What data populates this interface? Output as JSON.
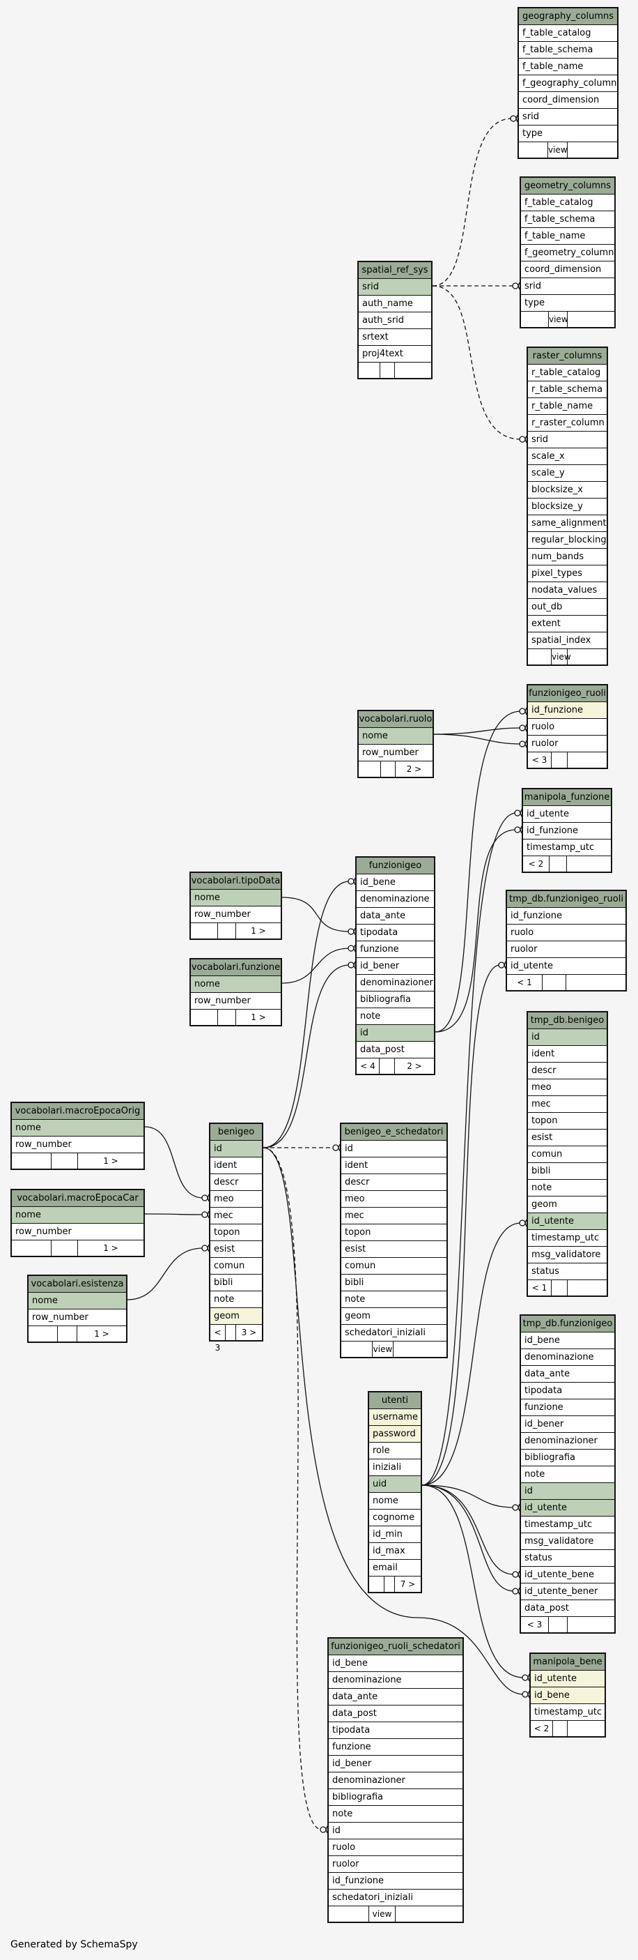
{
  "credit": "Generated by SchemaSpy",
  "tables": [
    {
      "id": "geography_columns",
      "title": "geography_columns",
      "rows": [
        {
          "name": "f_table_catalog",
          "k": ""
        },
        {
          "name": "f_table_schema",
          "k": ""
        },
        {
          "name": "f_table_name",
          "k": ""
        },
        {
          "name": "f_geography_column",
          "k": ""
        },
        {
          "name": "coord_dimension",
          "k": ""
        },
        {
          "name": "srid",
          "k": ""
        },
        {
          "name": "type",
          "k": ""
        }
      ],
      "footer": [
        "",
        "view",
        ""
      ]
    },
    {
      "id": "geometry_columns",
      "title": "geometry_columns",
      "rows": [
        {
          "name": "f_table_catalog",
          "k": ""
        },
        {
          "name": "f_table_schema",
          "k": ""
        },
        {
          "name": "f_table_name",
          "k": ""
        },
        {
          "name": "f_geometry_column",
          "k": ""
        },
        {
          "name": "coord_dimension",
          "k": ""
        },
        {
          "name": "srid",
          "k": ""
        },
        {
          "name": "type",
          "k": ""
        }
      ],
      "footer": [
        "",
        "view",
        ""
      ]
    },
    {
      "id": "spatial_ref_sys",
      "title": "spatial_ref_sys",
      "rows": [
        {
          "name": "srid",
          "k": "pk"
        },
        {
          "name": "auth_name",
          "k": ""
        },
        {
          "name": "auth_srid",
          "k": ""
        },
        {
          "name": "srtext",
          "k": ""
        },
        {
          "name": "proj4text",
          "k": ""
        }
      ],
      "footer": [
        "",
        "",
        ""
      ]
    },
    {
      "id": "raster_columns",
      "title": "raster_columns",
      "rows": [
        {
          "name": "r_table_catalog",
          "k": ""
        },
        {
          "name": "r_table_schema",
          "k": ""
        },
        {
          "name": "r_table_name",
          "k": ""
        },
        {
          "name": "r_raster_column",
          "k": ""
        },
        {
          "name": "srid",
          "k": ""
        },
        {
          "name": "scale_x",
          "k": ""
        },
        {
          "name": "scale_y",
          "k": ""
        },
        {
          "name": "blocksize_x",
          "k": ""
        },
        {
          "name": "blocksize_y",
          "k": ""
        },
        {
          "name": "same_alignment",
          "k": ""
        },
        {
          "name": "regular_blocking",
          "k": ""
        },
        {
          "name": "num_bands",
          "k": ""
        },
        {
          "name": "pixel_types",
          "k": ""
        },
        {
          "name": "nodata_values",
          "k": ""
        },
        {
          "name": "out_db",
          "k": ""
        },
        {
          "name": "extent",
          "k": ""
        },
        {
          "name": "spatial_index",
          "k": ""
        }
      ],
      "footer": [
        "",
        "view",
        ""
      ]
    },
    {
      "id": "funzionigeo_ruoli",
      "title": "funzionigeo_ruoli",
      "rows": [
        {
          "name": "id_funzione",
          "k": "idx"
        },
        {
          "name": "ruolo",
          "k": ""
        },
        {
          "name": "ruolor",
          "k": ""
        }
      ],
      "footer": [
        "< 3",
        "",
        ""
      ]
    },
    {
      "id": "vocabolari_ruolo",
      "title": "vocabolari.ruolo",
      "rows": [
        {
          "name": "nome",
          "k": "pk"
        },
        {
          "name": "row_number",
          "k": ""
        }
      ],
      "footer": [
        "",
        "",
        "2 >"
      ]
    },
    {
      "id": "manipola_funzione",
      "title": "manipola_funzione",
      "rows": [
        {
          "name": "id_utente",
          "k": ""
        },
        {
          "name": "id_funzione",
          "k": ""
        },
        {
          "name": "timestamp_utc",
          "k": ""
        }
      ],
      "footer": [
        "< 2",
        "",
        ""
      ]
    },
    {
      "id": "vocabolari_tipodata",
      "title": "vocabolari.tipoData",
      "rows": [
        {
          "name": "nome",
          "k": "pk"
        },
        {
          "name": "row_number",
          "k": ""
        }
      ],
      "footer": [
        "",
        "",
        "1 >"
      ]
    },
    {
      "id": "funzionigeo",
      "title": "funzionigeo",
      "rows": [
        {
          "name": "id_bene",
          "k": ""
        },
        {
          "name": "denominazione",
          "k": ""
        },
        {
          "name": "data_ante",
          "k": ""
        },
        {
          "name": "tipodata",
          "k": ""
        },
        {
          "name": "funzione",
          "k": ""
        },
        {
          "name": "id_bener",
          "k": ""
        },
        {
          "name": "denominazioner",
          "k": ""
        },
        {
          "name": "bibliografia",
          "k": ""
        },
        {
          "name": "note",
          "k": ""
        },
        {
          "name": "id",
          "k": "pk"
        },
        {
          "name": "data_post",
          "k": ""
        }
      ],
      "footer": [
        "< 4",
        "",
        "2 >"
      ]
    },
    {
      "id": "tmp_funzionigeo_ruoli",
      "title": "tmp_db.funzionigeo_ruoli",
      "rows": [
        {
          "name": "id_funzione",
          "k": ""
        },
        {
          "name": "ruolo",
          "k": ""
        },
        {
          "name": "ruolor",
          "k": ""
        },
        {
          "name": "id_utente",
          "k": ""
        }
      ],
      "footer": [
        "< 1",
        "",
        ""
      ]
    },
    {
      "id": "vocabolari_funzione",
      "title": "vocabolari.funzione",
      "rows": [
        {
          "name": "nome",
          "k": "pk"
        },
        {
          "name": "row_number",
          "k": ""
        }
      ],
      "footer": [
        "",
        "",
        "1 >"
      ]
    },
    {
      "id": "tmp_benigeo",
      "title": "tmp_db.benigeo",
      "rows": [
        {
          "name": "id",
          "k": "pk"
        },
        {
          "name": "ident",
          "k": ""
        },
        {
          "name": "descr",
          "k": ""
        },
        {
          "name": "meo",
          "k": ""
        },
        {
          "name": "mec",
          "k": ""
        },
        {
          "name": "topon",
          "k": ""
        },
        {
          "name": "esist",
          "k": ""
        },
        {
          "name": "comun",
          "k": ""
        },
        {
          "name": "bibli",
          "k": ""
        },
        {
          "name": "note",
          "k": ""
        },
        {
          "name": "geom",
          "k": ""
        },
        {
          "name": "id_utente",
          "k": "pk"
        },
        {
          "name": "timestamp_utc",
          "k": ""
        },
        {
          "name": "msg_validatore",
          "k": ""
        },
        {
          "name": "status",
          "k": ""
        }
      ],
      "footer": [
        "< 1",
        "",
        ""
      ]
    },
    {
      "id": "vocabolari_macroepocaorig",
      "title": "vocabolari.macroEpocaOrig",
      "rows": [
        {
          "name": "nome",
          "k": "pk"
        },
        {
          "name": "row_number",
          "k": ""
        }
      ],
      "footer": [
        "",
        "",
        "1 >"
      ]
    },
    {
      "id": "benigeo",
      "title": "benigeo",
      "rows": [
        {
          "name": "id",
          "k": "pk"
        },
        {
          "name": "ident",
          "k": ""
        },
        {
          "name": "descr",
          "k": ""
        },
        {
          "name": "meo",
          "k": ""
        },
        {
          "name": "mec",
          "k": ""
        },
        {
          "name": "topon",
          "k": ""
        },
        {
          "name": "esist",
          "k": ""
        },
        {
          "name": "comun",
          "k": ""
        },
        {
          "name": "bibli",
          "k": ""
        },
        {
          "name": "note",
          "k": ""
        },
        {
          "name": "geom",
          "k": "idx"
        }
      ],
      "footer": [
        "< 3",
        "",
        "3 >"
      ]
    },
    {
      "id": "benigeo_e_schedatori",
      "title": "benigeo_e_schedatori",
      "rows": [
        {
          "name": "id",
          "k": ""
        },
        {
          "name": "ident",
          "k": ""
        },
        {
          "name": "descr",
          "k": ""
        },
        {
          "name": "meo",
          "k": ""
        },
        {
          "name": "mec",
          "k": ""
        },
        {
          "name": "topon",
          "k": ""
        },
        {
          "name": "esist",
          "k": ""
        },
        {
          "name": "comun",
          "k": ""
        },
        {
          "name": "bibli",
          "k": ""
        },
        {
          "name": "note",
          "k": ""
        },
        {
          "name": "geom",
          "k": ""
        },
        {
          "name": "schedatori_iniziali",
          "k": ""
        }
      ],
      "footer": [
        "",
        "view",
        ""
      ]
    },
    {
      "id": "vocabolari_macroepocacar",
      "title": "vocabolari.macroEpocaCar",
      "rows": [
        {
          "name": "nome",
          "k": "pk"
        },
        {
          "name": "row_number",
          "k": ""
        }
      ],
      "footer": [
        "",
        "",
        "1 >"
      ]
    },
    {
      "id": "vocabolari_esistenza",
      "title": "vocabolari.esistenza",
      "rows": [
        {
          "name": "nome",
          "k": "pk"
        },
        {
          "name": "row_number",
          "k": ""
        }
      ],
      "footer": [
        "",
        "",
        "1 >"
      ]
    },
    {
      "id": "tmp_funzionigeo",
      "title": "tmp_db.funzionigeo",
      "rows": [
        {
          "name": "id_bene",
          "k": ""
        },
        {
          "name": "denominazione",
          "k": ""
        },
        {
          "name": "data_ante",
          "k": ""
        },
        {
          "name": "tipodata",
          "k": ""
        },
        {
          "name": "funzione",
          "k": ""
        },
        {
          "name": "id_bener",
          "k": ""
        },
        {
          "name": "denominazioner",
          "k": ""
        },
        {
          "name": "bibliografia",
          "k": ""
        },
        {
          "name": "note",
          "k": ""
        },
        {
          "name": "id",
          "k": "pk"
        },
        {
          "name": "id_utente",
          "k": "pk"
        },
        {
          "name": "timestamp_utc",
          "k": ""
        },
        {
          "name": "msg_validatore",
          "k": ""
        },
        {
          "name": "status",
          "k": ""
        },
        {
          "name": "id_utente_bene",
          "k": ""
        },
        {
          "name": "id_utente_bener",
          "k": ""
        },
        {
          "name": "data_post",
          "k": ""
        }
      ],
      "footer": [
        "< 3",
        "",
        ""
      ]
    },
    {
      "id": "utenti",
      "title": "utenti",
      "rows": [
        {
          "name": "username",
          "k": "idx"
        },
        {
          "name": "password",
          "k": "idx"
        },
        {
          "name": "role",
          "k": ""
        },
        {
          "name": "iniziali",
          "k": ""
        },
        {
          "name": "uid",
          "k": "pk"
        },
        {
          "name": "nome",
          "k": ""
        },
        {
          "name": "cognome",
          "k": ""
        },
        {
          "name": "id_min",
          "k": ""
        },
        {
          "name": "id_max",
          "k": ""
        },
        {
          "name": "email",
          "k": ""
        }
      ],
      "footer": [
        "",
        "",
        "7 >"
      ]
    },
    {
      "id": "manipola_bene",
      "title": "manipola_bene",
      "rows": [
        {
          "name": "id_utente",
          "k": "idx"
        },
        {
          "name": "id_bene",
          "k": "idx"
        },
        {
          "name": "timestamp_utc",
          "k": ""
        }
      ],
      "footer": [
        "< 2",
        "",
        ""
      ]
    },
    {
      "id": "funzionigeo_ruoli_schedatori",
      "title": "funzionigeo_ruoli_schedatori",
      "rows": [
        {
          "name": "id_bene",
          "k": ""
        },
        {
          "name": "denominazione",
          "k": ""
        },
        {
          "name": "data_ante",
          "k": ""
        },
        {
          "name": "data_post",
          "k": ""
        },
        {
          "name": "tipodata",
          "k": ""
        },
        {
          "name": "funzione",
          "k": ""
        },
        {
          "name": "id_bener",
          "k": ""
        },
        {
          "name": "denominazioner",
          "k": ""
        },
        {
          "name": "bibliografia",
          "k": ""
        },
        {
          "name": "note",
          "k": ""
        },
        {
          "name": "id",
          "k": ""
        },
        {
          "name": "ruolo",
          "k": ""
        },
        {
          "name": "ruolor",
          "k": ""
        },
        {
          "name": "id_funzione",
          "k": ""
        },
        {
          "name": "schedatori_iniziali",
          "k": ""
        }
      ],
      "footer": [
        "",
        "view",
        ""
      ]
    }
  ],
  "relations": [
    {
      "from": "spatial_ref_sys.srid",
      "to": "geography_columns.srid",
      "style": "dashed"
    },
    {
      "from": "spatial_ref_sys.srid",
      "to": "geometry_columns.srid",
      "style": "dashed"
    },
    {
      "from": "spatial_ref_sys.srid",
      "to": "raster_columns.srid",
      "style": "dashed"
    },
    {
      "from": "vocabolari.ruolo.nome",
      "to": "funzionigeo_ruoli.ruolo",
      "style": "solid"
    },
    {
      "from": "vocabolari.ruolo.nome",
      "to": "funzionigeo_ruoli.ruolor",
      "style": "solid"
    },
    {
      "from": "funzionigeo.id",
      "to": "funzionigeo_ruoli.id_funzione",
      "style": "solid"
    },
    {
      "from": "funzionigeo.id",
      "to": "manipola_funzione.id_funzione",
      "style": "solid"
    },
    {
      "from": "utenti.uid",
      "to": "manipola_funzione.id_utente",
      "style": "solid"
    },
    {
      "from": "vocabolari.tipoData.nome",
      "to": "funzionigeo.tipodata",
      "style": "solid"
    },
    {
      "from": "vocabolari.funzione.nome",
      "to": "funzionigeo.funzione",
      "style": "solid"
    },
    {
      "from": "benigeo.id",
      "to": "funzionigeo.id_bene",
      "style": "solid"
    },
    {
      "from": "benigeo.id",
      "to": "funzionigeo.id_bener",
      "style": "solid"
    },
    {
      "from": "vocabolari.macroEpocaOrig.nome",
      "to": "benigeo.meo",
      "style": "solid"
    },
    {
      "from": "vocabolari.macroEpocaCar.nome",
      "to": "benigeo.mec",
      "style": "solid"
    },
    {
      "from": "vocabolari.esistenza.nome",
      "to": "benigeo.esist",
      "style": "solid"
    },
    {
      "from": "benigeo.id",
      "to": "benigeo_e_schedatori.id",
      "style": "dashed"
    },
    {
      "from": "benigeo.id",
      "to": "funzionigeo_ruoli_schedatori.id",
      "style": "dashed"
    },
    {
      "from": "benigeo.id",
      "to": "manipola_bene.id_bene",
      "style": "solid"
    },
    {
      "from": "utenti.uid",
      "to": "tmp_db.funzionigeo_ruoli.id_utente",
      "style": "solid"
    },
    {
      "from": "utenti.uid",
      "to": "tmp_db.benigeo.id_utente",
      "style": "solid"
    },
    {
      "from": "utenti.uid",
      "to": "tmp_db.funzionigeo.id_utente",
      "style": "solid"
    },
    {
      "from": "utenti.uid",
      "to": "tmp_db.funzionigeo.id_utente_bene",
      "style": "solid"
    },
    {
      "from": "utenti.uid",
      "to": "tmp_db.funzionigeo.id_utente_bener",
      "style": "solid"
    },
    {
      "from": "utenti.uid",
      "to": "manipola_bene.id_utente",
      "style": "solid"
    }
  ]
}
